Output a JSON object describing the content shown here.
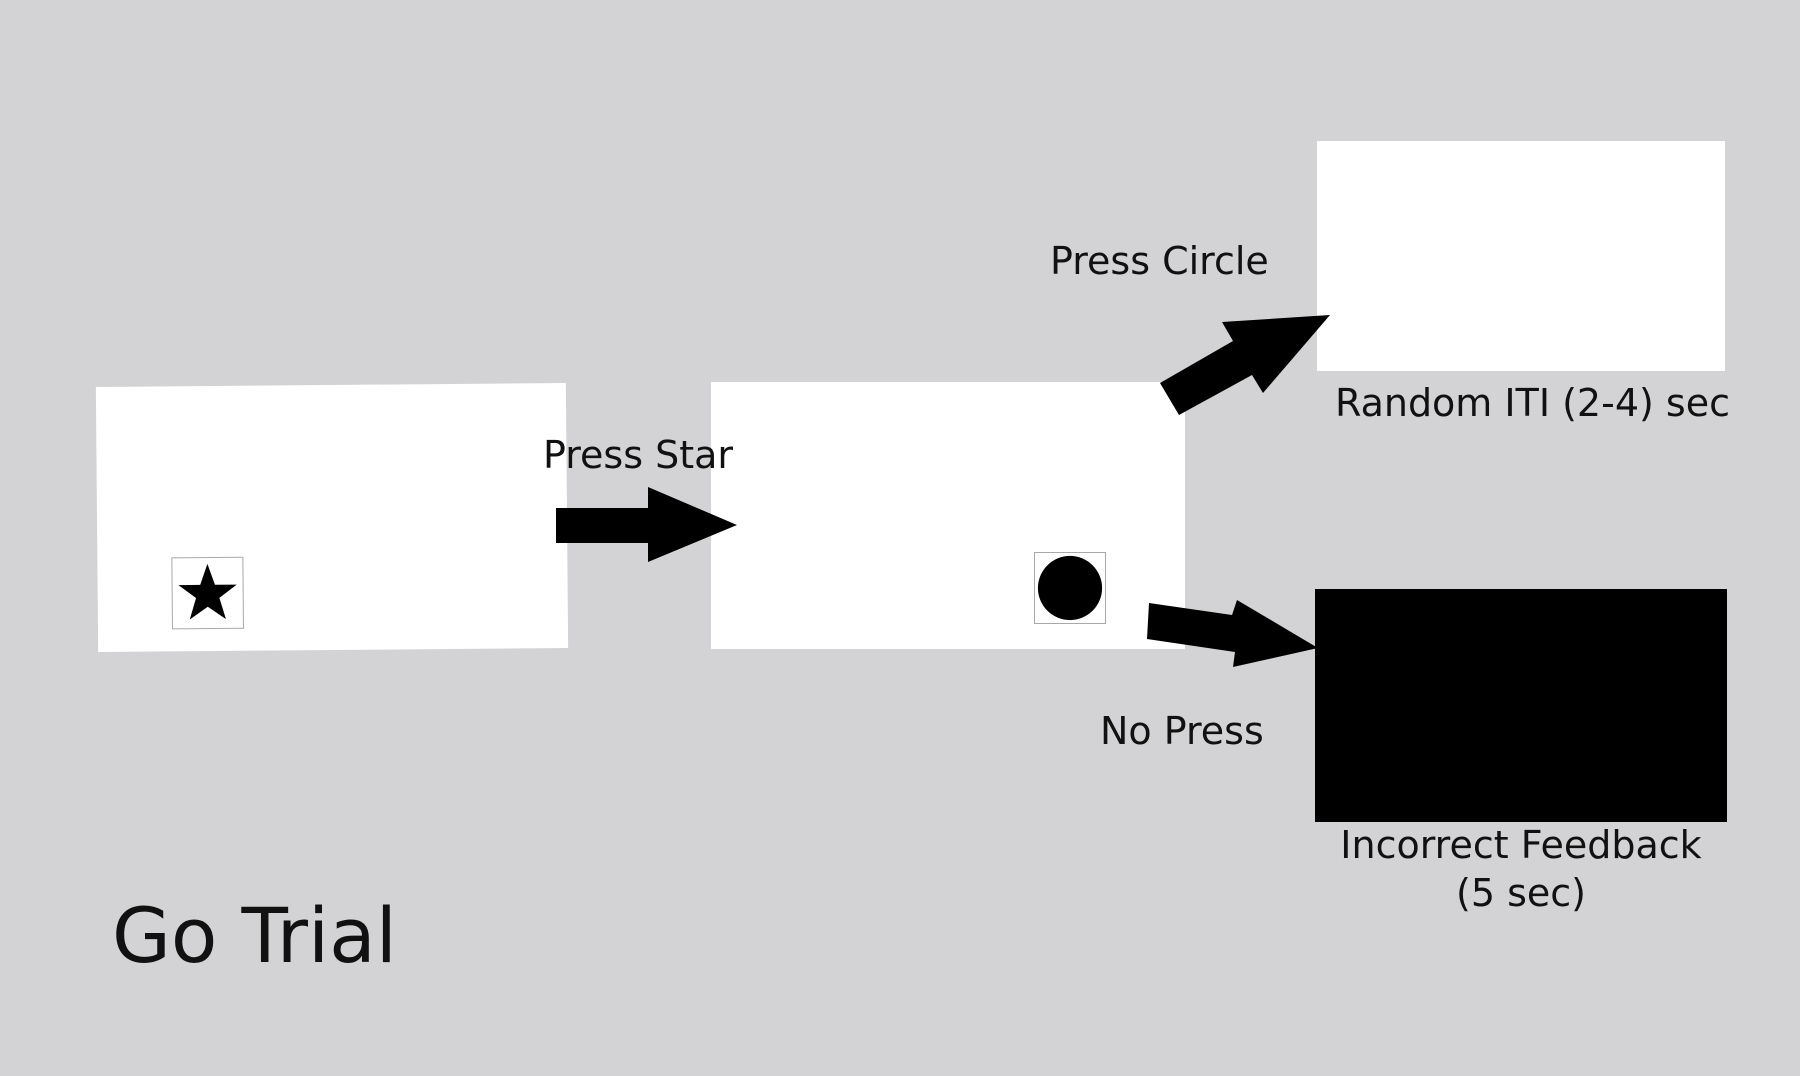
{
  "diagram": {
    "title": "Go Trial",
    "screens": {
      "start": {
        "stimulus_icon": "star-icon"
      },
      "second": {
        "stimulus_icon": "circle-icon"
      },
      "iti": {
        "caption": "Random ITI (2-4) sec"
      },
      "feedback": {
        "caption_line1": "Incorrect Feedback",
        "caption_line2": "(5 sec)"
      }
    },
    "transitions": {
      "press_star": "Press Star",
      "press_circle": "Press Circle",
      "no_press": "No Press"
    },
    "colors": {
      "background": "#d3d3d5",
      "screen": "#ffffff",
      "feedback_screen": "#000000",
      "arrow": "#000000"
    }
  }
}
